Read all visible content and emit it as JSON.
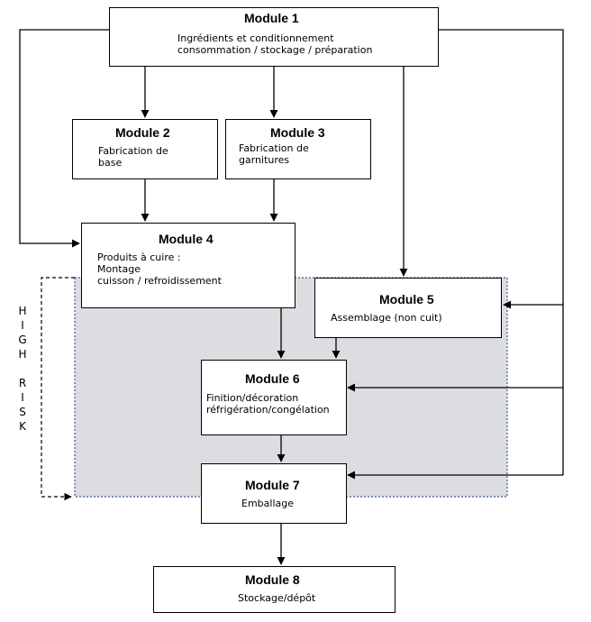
{
  "diagram": {
    "risk_letters": [
      "H",
      "I",
      "G",
      "H",
      "",
      "R",
      "I",
      "S",
      "K"
    ],
    "modules": {
      "m1": {
        "title": "Module 1",
        "lines": [
          "Ingrédients et conditionnement",
          "consommation / stockage / préparation"
        ]
      },
      "m2": {
        "title": "Module 2",
        "lines": [
          "Fabrication de",
          "base"
        ]
      },
      "m3": {
        "title": "Module 3",
        "lines": [
          "Fabrication de",
          "garnitures"
        ]
      },
      "m4": {
        "title": "Module 4",
        "lines": [
          "Produits à cuire :",
          "Montage",
          "cuisson / refroidissement"
        ]
      },
      "m5": {
        "title": "Module 5",
        "lines": [
          "Assemblage (non cuit)"
        ]
      },
      "m6": {
        "title": "Module 6",
        "lines": [
          "Finition/décoration",
          "réfrigération/congélation"
        ]
      },
      "m7": {
        "title": "Module 7",
        "lines": [
          "Emballage"
        ]
      },
      "m8": {
        "title": "Module 8",
        "lines": [
          "Stockage/dépôt"
        ]
      }
    },
    "colors": {
      "high_risk_zone": "#dcdde0",
      "high_risk_border": "#3f5a9a",
      "lines": "#000000"
    }
  }
}
